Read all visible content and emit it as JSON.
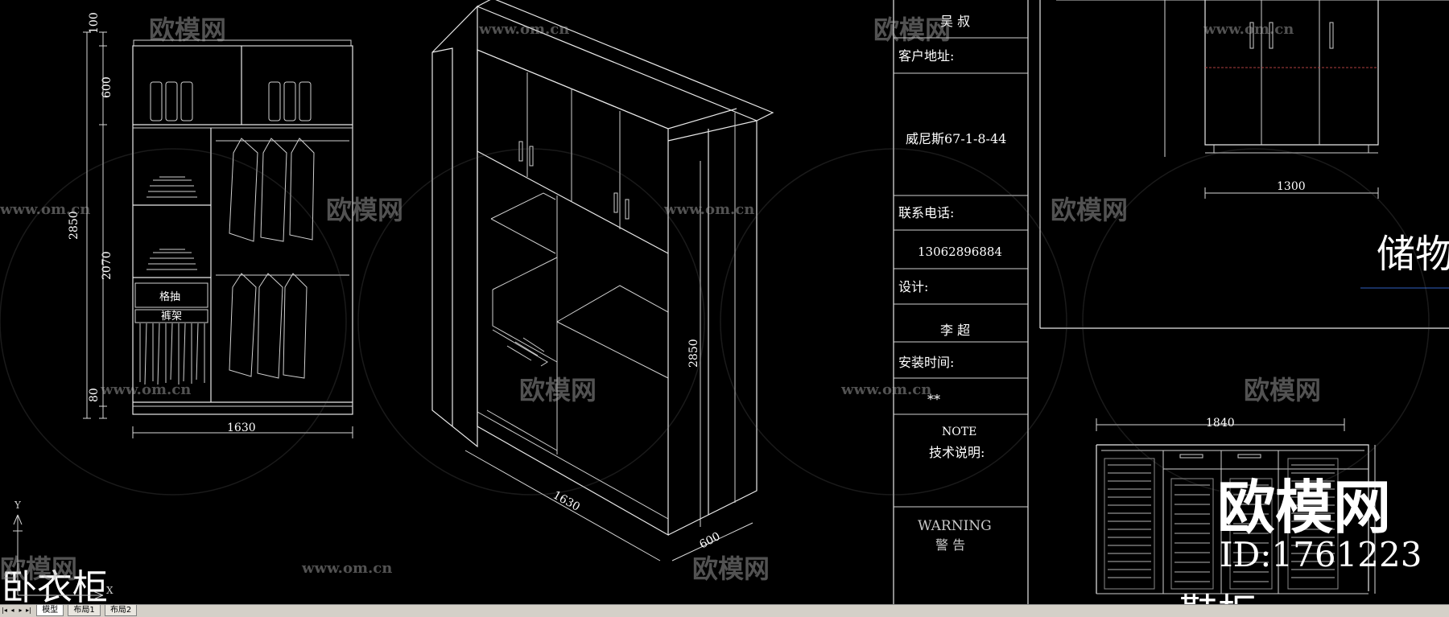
{
  "elevation": {
    "dims": [
      "100",
      "600",
      "2850",
      "2070",
      "80",
      "1630"
    ],
    "labels": [
      "格抽",
      "裤架"
    ]
  },
  "iso": {
    "dims": [
      "2850",
      "1630",
      "600"
    ]
  },
  "title_block": {
    "name": "吴 叔",
    "address_label": "客户地址:",
    "address": "威尼斯67-1-8-44",
    "phone_label": "联系电话:",
    "phone": "13062896884",
    "design_label": "设计:",
    "designer": "李 超",
    "install_label": "安装时间:",
    "install_value": "**",
    "note": "NOTE",
    "tech": "技术说明:",
    "warning": "WARNING",
    "warning_cn": "警 告"
  },
  "right": {
    "dim_top": "1300",
    "storage": "储物",
    "dim_shoe": "1840",
    "shoe_partial": "鞋柜"
  },
  "drawing_title": "卧衣柜",
  "watermark": {
    "logo": "欧模网",
    "url": "www.om.cn",
    "big_logo": "欧模网",
    "id": "ID:1761223"
  },
  "layout_tabs": [
    "模型",
    "布局1",
    "布局2"
  ]
}
